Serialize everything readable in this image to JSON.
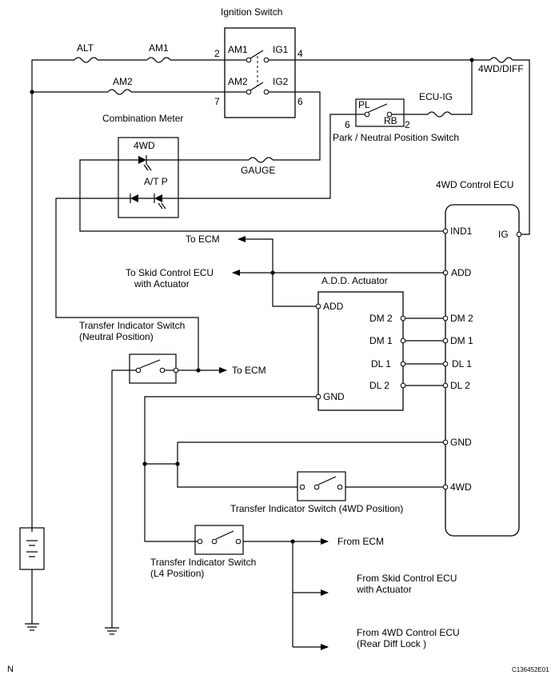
{
  "labels": {
    "ignition_switch": "Ignition Switch",
    "alt": "ALT",
    "am1": "AM1",
    "am2": "AM2",
    "ig1": "IG1",
    "ig2": "IG2",
    "pin_2": "2",
    "pin_4": "4",
    "pin_7": "7",
    "pin_6": "6",
    "wd_diff": "4WD/DIFF",
    "combination_meter": "Combination Meter",
    "meter_4wd": "4WD",
    "meter_atp": "A/T P",
    "gauge": "GAUGE",
    "pl": "PL",
    "rb": "RB",
    "pns_pin6": "6",
    "pns_pin2": "2",
    "ecu_ig": "ECU-IG",
    "pns_switch": "Park / Neutral Position Switch",
    "ecu_title": "4WD Control ECU",
    "ind1": "IND1",
    "ig": "IG",
    "to_ecm_top": "To ECM",
    "to_skid_1": "To Skid Control ECU",
    "to_skid_2": "with Actuator",
    "add_actuator": "A.D.D. Actuator",
    "ecu_add": "ADD",
    "act_add": "ADD",
    "act_dm2": "DM 2",
    "act_dm1": "DM 1",
    "act_dl1": "DL 1",
    "act_dl2": "DL  2",
    "act_gnd": "GND",
    "ecu_dm2": "DM 2",
    "ecu_dm1": "DM 1",
    "ecu_dl1": "DL 1",
    "ecu_dl2": "DL  2",
    "ecu_gnd": "GND",
    "ecu_4wd": "4WD",
    "tis_neutral_1": "Transfer Indicator Switch",
    "tis_neutral_2": "(Neutral Position)",
    "to_ecm_mid": "To ECM",
    "tis_4wd": "Transfer Indicator Switch (4WD Position)",
    "tis_l4_1": "Transfer Indicator Switch",
    "tis_l4_2": "(L4 Position)",
    "from_ecm": "From ECM",
    "from_skid_1": "From Skid Control ECU",
    "from_skid_2": "with Actuator",
    "from_4wd_1": "From 4WD Control ECU",
    "from_4wd_2": "(Rear Diff Lock )",
    "corner_n": "N",
    "corner_code": "C136452E01"
  }
}
